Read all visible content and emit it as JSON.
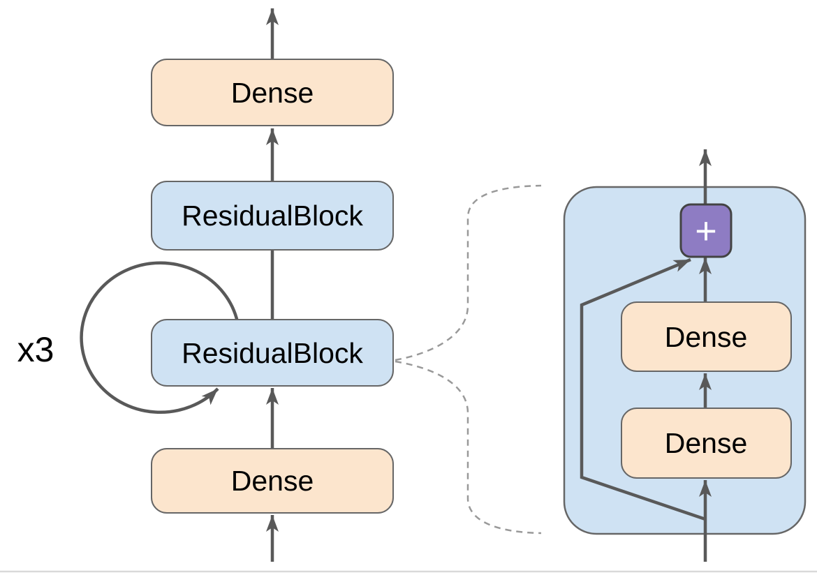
{
  "diagram": {
    "title_hint": "residual network architecture diagram",
    "left_stack": {
      "boxes": [
        {
          "label": "Dense",
          "type": "dense"
        },
        {
          "label": "ResidualBlock",
          "type": "residual"
        },
        {
          "label": "ResidualBlock",
          "type": "residual"
        },
        {
          "label": "Dense",
          "type": "dense"
        }
      ],
      "loop_label": "x3"
    },
    "detail_panel": {
      "plus_label": "+",
      "boxes": [
        {
          "label": "Dense"
        },
        {
          "label": "Dense"
        }
      ]
    },
    "colors": {
      "dense_fill": "#fce5cd",
      "residual_fill": "#cfe2f3",
      "panel_fill": "#cfe2f3",
      "plus_fill": "#8e7cc3",
      "plus_border": "#434343",
      "box_border": "#666666",
      "arrow": "#595959",
      "dashed_connector": "#999999",
      "bottom_rule": "#d9d9d9",
      "text": "#000000",
      "plus_text": "#ffffff"
    }
  }
}
